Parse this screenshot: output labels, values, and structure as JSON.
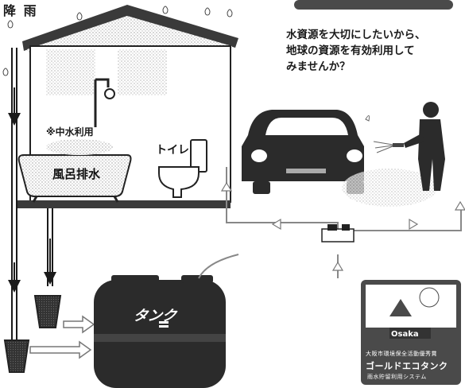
{
  "rain_label": "降 雨",
  "headline": {
    "line1": "水資源を大切にしたいから、",
    "line2": "地球の資源を有効利用して",
    "line3": "みませんか？"
  },
  "labels": {
    "graywater": "※中水利用",
    "toilet": "トイレ",
    "bath_drain": "風呂排水",
    "tank": "タンク"
  },
  "badge": {
    "city": "Osaka",
    "line1": "大阪市環境保全活動優秀賞",
    "line2": "ゴールドエコタンク",
    "line3": "雨水貯留利用システム"
  },
  "colors": {
    "ink": "#1a1a1a",
    "tank": "#2b2b2b",
    "badge_bg": "#4a4a4a",
    "flow_arrow": "#7a7a7a"
  }
}
